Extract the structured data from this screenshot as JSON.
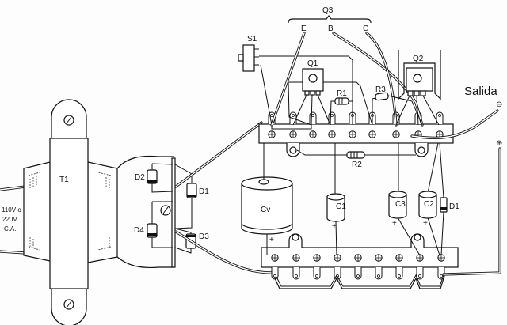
{
  "diagram": {
    "title": "Power supply wiring layout",
    "transformer": {
      "label": "T1",
      "input_label_lines": [
        "110V o",
        "220V",
        "C.A."
      ]
    },
    "rectifier": {
      "diodes": [
        "D1",
        "D2",
        "D3",
        "D4"
      ]
    },
    "filter_capacitor": {
      "label": "Cv",
      "polarity": "+"
    },
    "switch": {
      "label": "S1"
    },
    "transistors": {
      "q1": "Q1",
      "q2": "Q2",
      "q3": {
        "label": "Q3",
        "pins": [
          "E",
          "B",
          "C"
        ]
      }
    },
    "resistors": [
      "R1",
      "R2",
      "R3"
    ],
    "capacitors": [
      {
        "label": "C1",
        "polarity": "+"
      },
      {
        "label": "C3",
        "polarity": "+"
      },
      {
        "label": "C2",
        "polarity": "+"
      }
    ],
    "output_diode": "D1",
    "output": {
      "label": "Salida",
      "negative": "⊖",
      "positive": "⊕"
    }
  }
}
